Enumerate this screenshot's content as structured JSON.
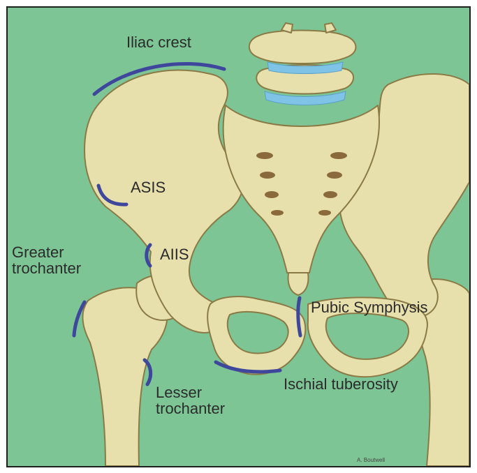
{
  "labels": {
    "iliac_crest": "Iliac crest",
    "asis": "ASIS",
    "aiis": "AIIS",
    "greater_trochanter_line1": "Greater",
    "greater_trochanter_line2": "trochanter",
    "pubic_symphysis": "Pubic Symphysis",
    "lesser_trochanter_line1": "Lesser",
    "lesser_trochanter_line2": "trochanter",
    "ischial_tuberosity": "Ischial tuberosity"
  },
  "credit": "A. Boutwell",
  "colors": {
    "background": "#7dc595",
    "bone": "#e7e0ad",
    "bone_outline": "#8a7a45",
    "marker": "#3f479c",
    "disc": "#7fc4e6",
    "foramina": "#8a6a3a",
    "text": "#2b2b2b"
  }
}
